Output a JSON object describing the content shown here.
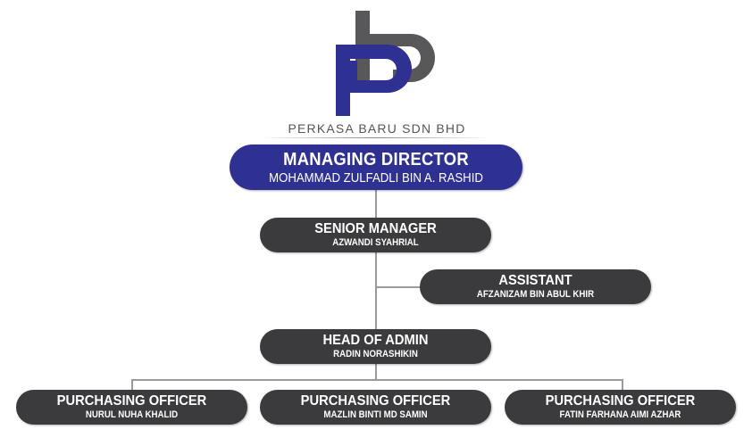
{
  "company": {
    "name": "PERKASA BARU SDN BHD",
    "colors": {
      "blue": "#2e3192",
      "gray": "#58585a",
      "box": "#3b3b3d"
    }
  },
  "chart": {
    "managing_director": {
      "title": "MANAGING DIRECTOR",
      "name": "MOHAMMAD ZULFADLI BIN A. RASHID"
    },
    "senior_manager": {
      "title": "SENIOR MANAGER",
      "name": "AZWANDI SYAHRIAL"
    },
    "assistant": {
      "title": "ASSISTANT",
      "name": "AFZANIZAM BIN ABUL KHIR"
    },
    "head_of_admin": {
      "title": "HEAD OF ADMIN",
      "name": "RADIN NORASHIKIN"
    },
    "officers": [
      {
        "title": "PURCHASING OFFICER",
        "name": "NURUL NUHA KHALID"
      },
      {
        "title": "PURCHASING OFFICER",
        "name": "MAZLIN BINTI MD SAMIN"
      },
      {
        "title": "PURCHASING OFFICER",
        "name": "FATIN FARHANA AIMI AZHAR"
      }
    ]
  }
}
